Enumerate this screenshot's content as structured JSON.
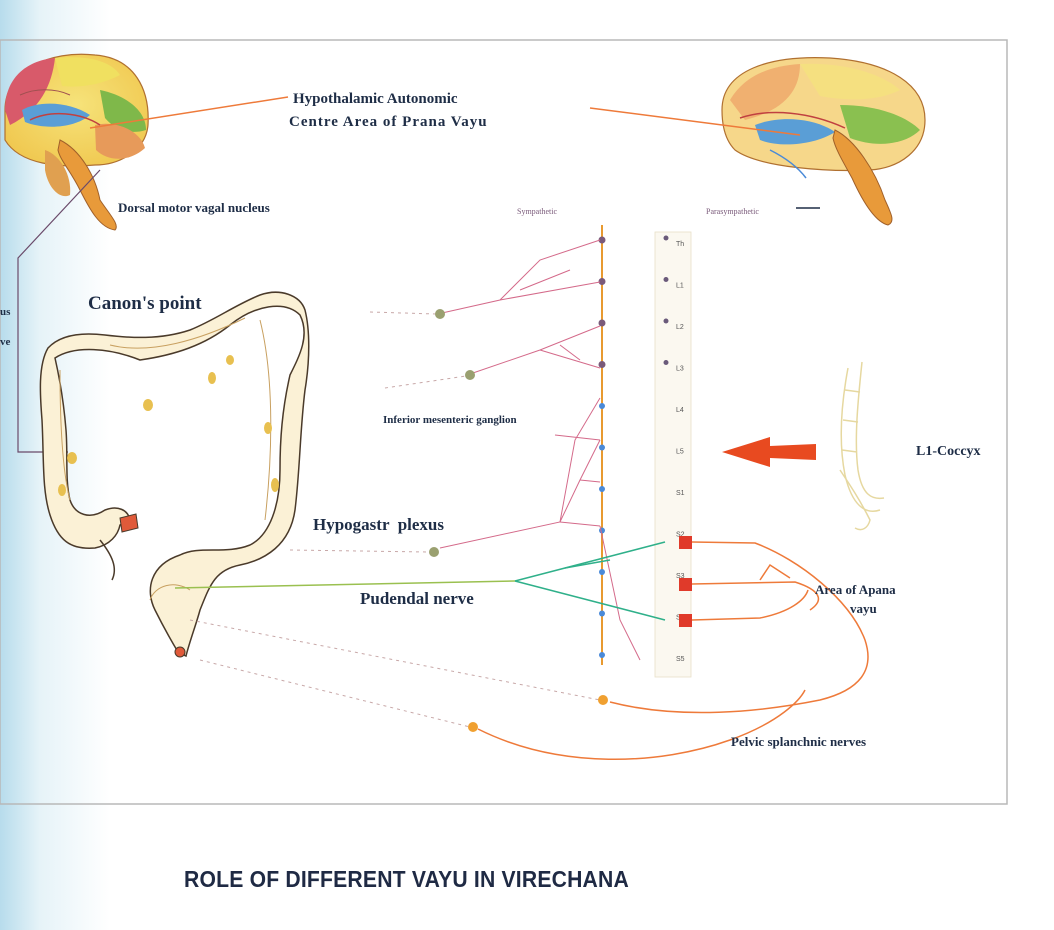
{
  "labels": {
    "hypothalamic_line1": "Hypothalamic Autonomic",
    "hypothalamic_line2": "Centre Area of Prana Vayu",
    "dorsal_motor": "Dorsal motor vagal nucleus",
    "sympathetic": "Sympathetic",
    "parasympathetic": "Parasympathetic",
    "canons_point": "Canon's point",
    "left_edge_1": "us",
    "left_edge_2": "ve",
    "inferior_mesenteric": "Inferior mesenteric ganglion",
    "hypogastric": "Hypogastr  plexus",
    "pudendal": "Pudendal nerve",
    "l1_coccyx": "L1-Coccyx",
    "apana_line1": "Area of Apana",
    "apana_line2": "vayu",
    "pelvic": "Pelvic splanchnic nerves"
  },
  "spine_levels": [
    "Th",
    "L1",
    "L2",
    "L3",
    "L4",
    "L5",
    "S1",
    "S2",
    "S3",
    "S4",
    "S5"
  ],
  "caption": "ROLE OF DIFFERENT VAYU IN VIRECHANA",
  "colors": {
    "nerve_orange": "#ee7a3a",
    "nerve_red": "#e03a2a",
    "sympathetic_pink": "#d46a8a",
    "pudendal_green": "#2fb08a",
    "spine_orange": "#e89a30",
    "vertebra_blue": "#4a8ad8",
    "label_dark": "#1e2d46"
  }
}
